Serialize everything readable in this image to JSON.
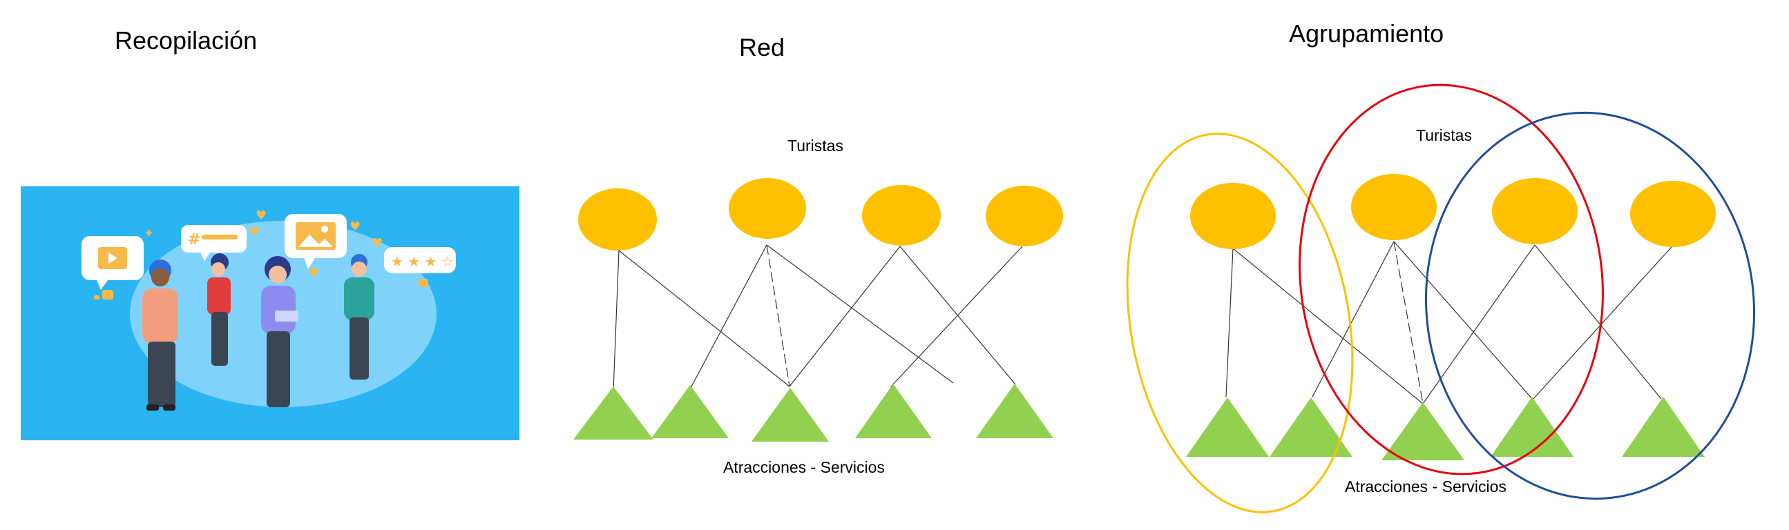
{
  "panels": {
    "collection": {
      "title": "Recopilación"
    },
    "network": {
      "title": "Red",
      "top_label": "Turistas",
      "bottom_label": "Atracciones - Servicios"
    },
    "clustering": {
      "title": "Agrupamiento",
      "top_label": "Turistas",
      "bottom_label": "Atracciones - Servicios"
    }
  },
  "colors": {
    "tourist_node": "#FFC000",
    "attraction_node": "#92D050",
    "banner_bg": "#2AB4F2",
    "cluster_1": "#FFC000",
    "cluster_2": "#E8000B",
    "cluster_3": "#1F4E9A"
  },
  "icons": [
    "play-icon",
    "hashtag-icon",
    "image-icon",
    "star-rating-icon",
    "heart-icon",
    "thumbs-up-icon"
  ]
}
